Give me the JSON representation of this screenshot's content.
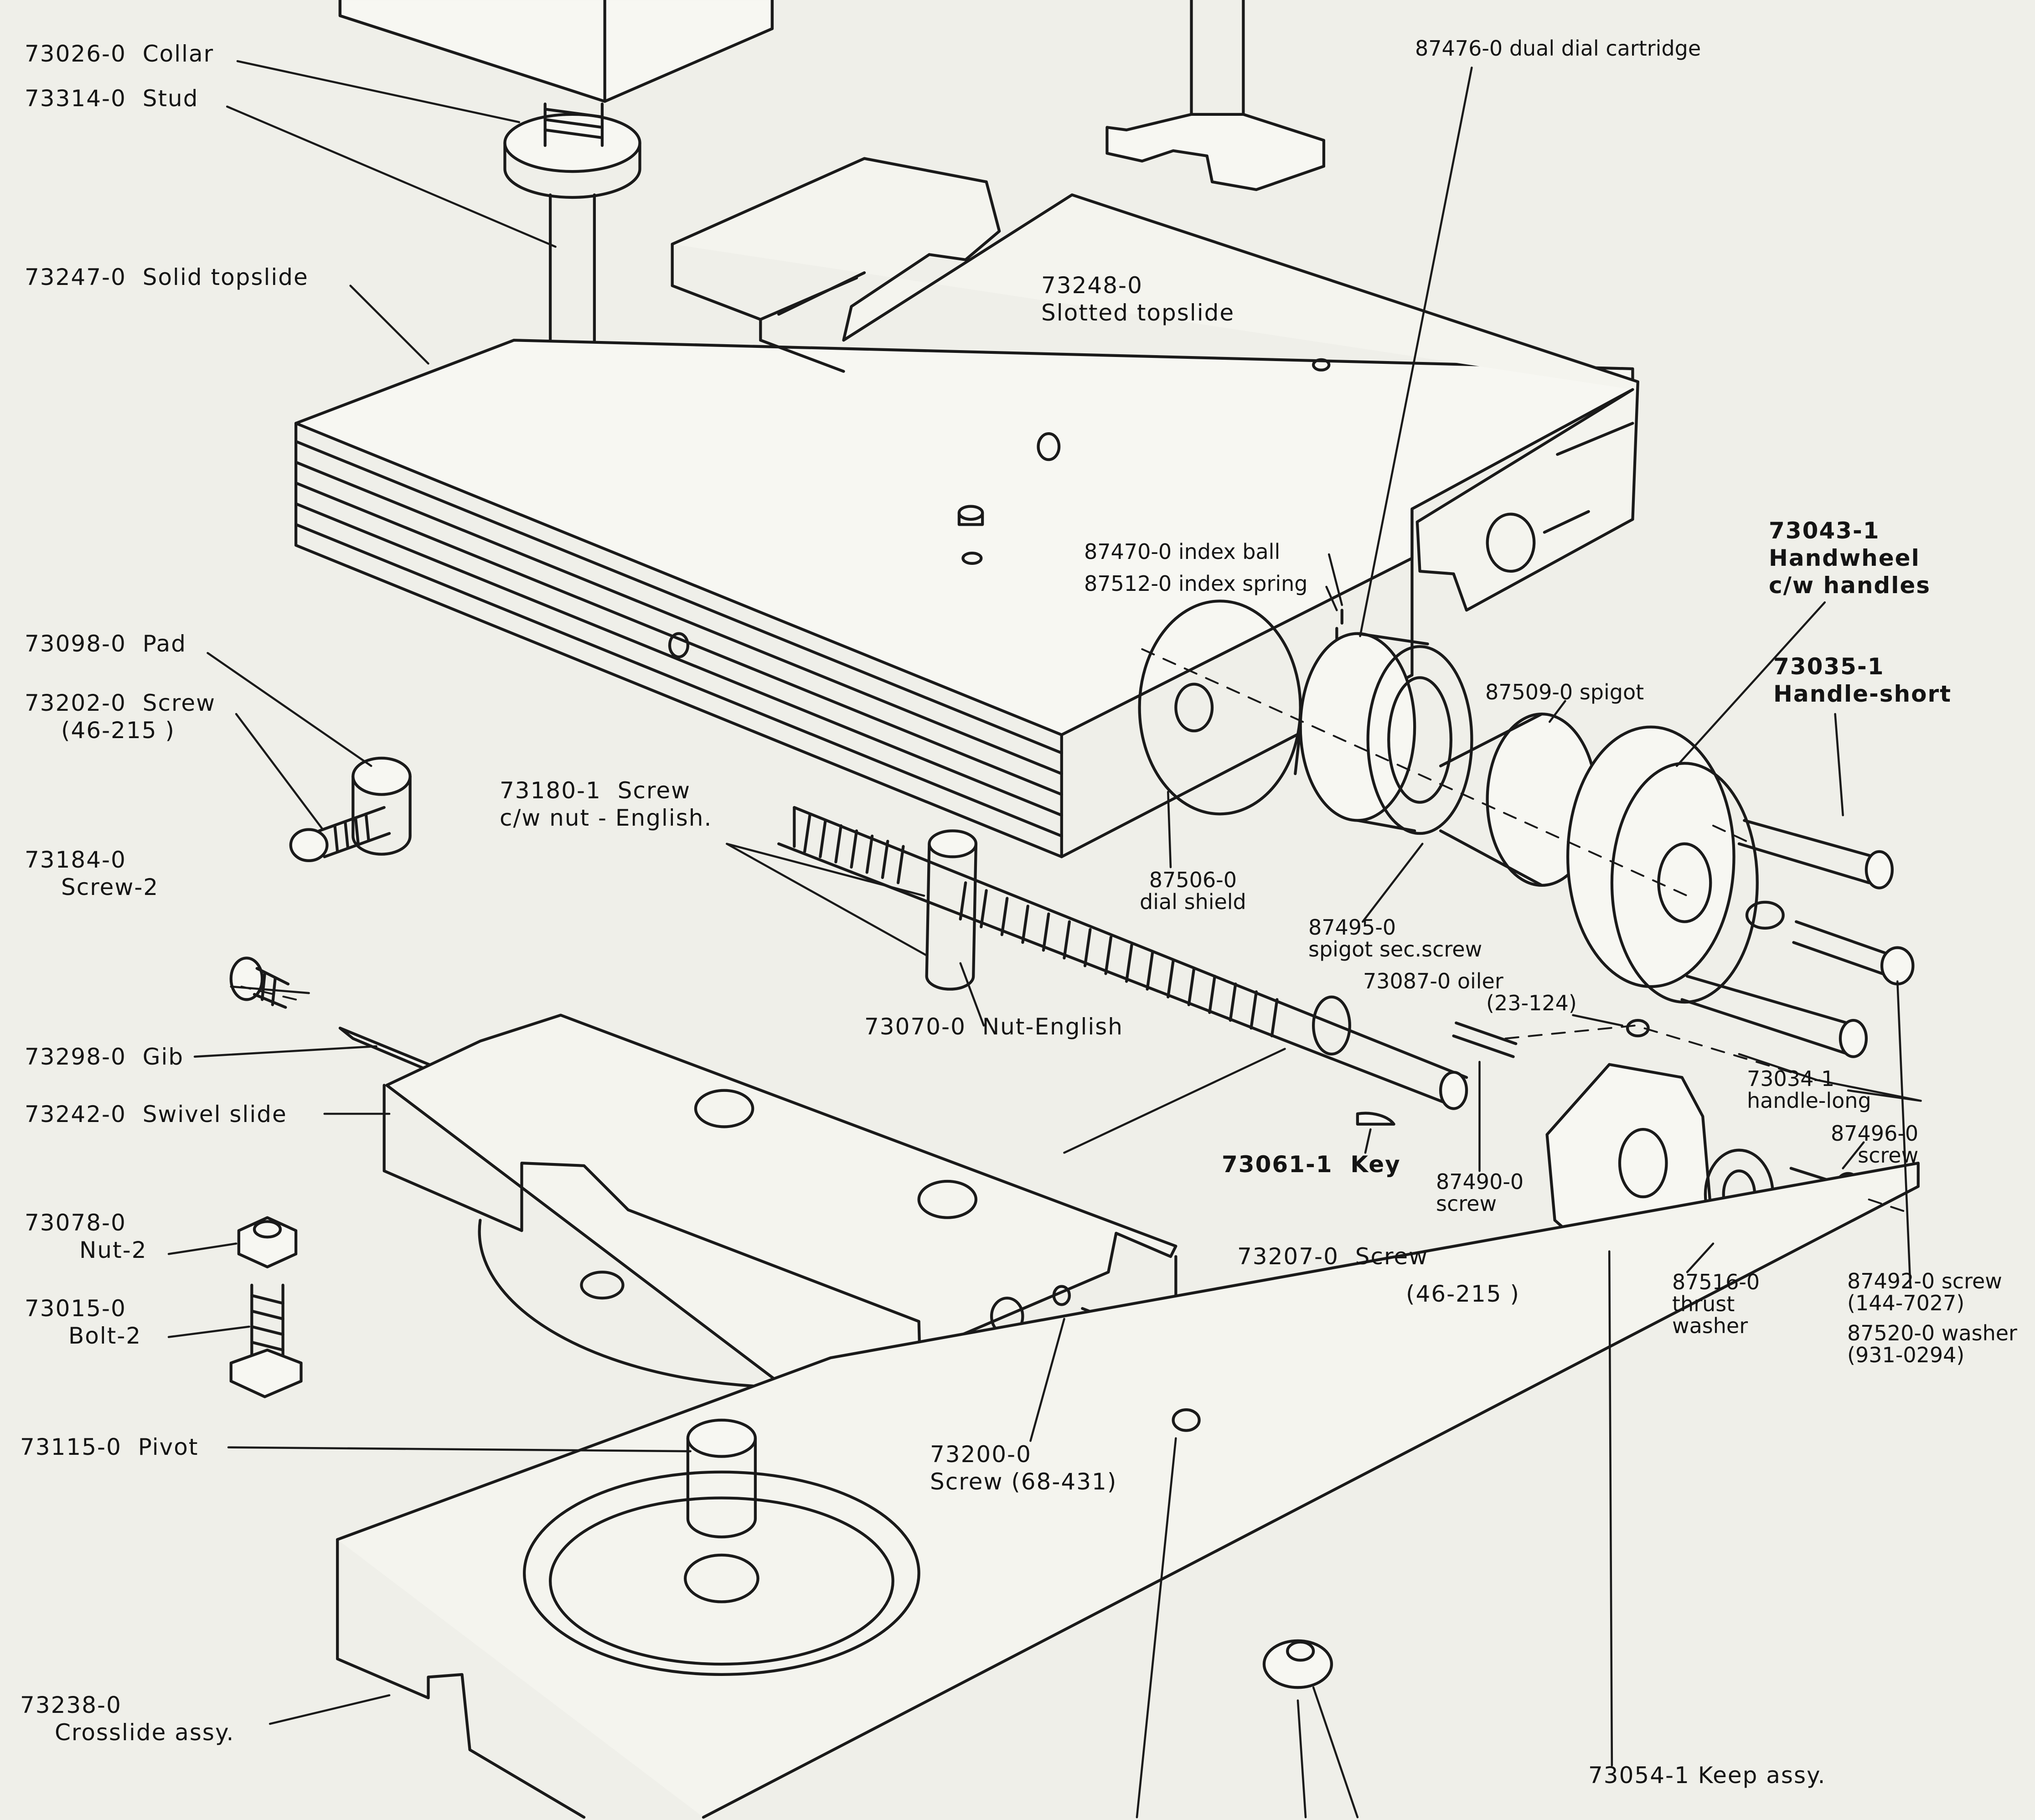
{
  "labels": {
    "collar": {
      "part": "73026-0",
      "name": "Collar"
    },
    "stud": {
      "part": "73314-0",
      "name": "Stud"
    },
    "solid_topslide": {
      "part": "73247-0",
      "name": "Solid topslide"
    },
    "slotted_topslide": {
      "part": "73248-0",
      "name": "Slotted topslide"
    },
    "dual_dial_cartridge": {
      "text": "87476-0 dual dial cartridge"
    },
    "index_ball": {
      "text": "87470-0 index ball"
    },
    "index_spring": {
      "text": "87512-0 index spring"
    },
    "handwheel": {
      "part": "73043-1",
      "line1": "Handwheel",
      "line2": "c/w handles"
    },
    "handle_short": {
      "part": "73035-1",
      "name": "Handle-short"
    },
    "spigot": {
      "text": "87509-0 spigot"
    },
    "pad": {
      "part": "73098-0",
      "name": "Pad"
    },
    "screw_73202": {
      "part": "73202-0",
      "name": "Screw",
      "ref": "(46-215 )"
    },
    "screw_73180": {
      "part": "73180-1",
      "name": "Screw",
      "line2": "c/w nut - English."
    },
    "screw_2": {
      "part": "73184-0",
      "name": "Screw-2"
    },
    "dial_shield": {
      "part": "87506-0",
      "name": "dial shield"
    },
    "spigot_sec_screw": {
      "part": "87495-0",
      "name": "spigot sec.screw"
    },
    "oiler": {
      "text": "73087-0 oiler",
      "ref": "(23-124)"
    },
    "nut_english": {
      "part": "73070-0",
      "name": "Nut-English"
    },
    "gib": {
      "part": "73298-0",
      "name": "Gib"
    },
    "swivel_slide": {
      "part": "73242-0",
      "name": "Swivel slide"
    },
    "handle_long": {
      "part": "73034-1",
      "name": "handle-long"
    },
    "screw_87496": {
      "part": "87496-0",
      "name": "screw"
    },
    "key": {
      "part": "73061-1",
      "name": "Key"
    },
    "screw_87490": {
      "part": "87490-0",
      "name": "screw"
    },
    "nut_2": {
      "part": "73078-0",
      "name": "Nut-2"
    },
    "bolt_2": {
      "part": "73015-0",
      "name": "Bolt-2"
    },
    "screw_73207": {
      "part": "73207-0",
      "name": "Screw",
      "ref": "(46-215 )"
    },
    "thrust_washer": {
      "part": "87516-0",
      "line1": "thrust",
      "line2": "washer"
    },
    "screw_87492": {
      "text": "87492-0 screw",
      "ref": "(144-7027)"
    },
    "washer_87520": {
      "text": "87520-0 washer",
      "ref": "(931-0294)"
    },
    "pivot": {
      "part": "73115-0",
      "name": "Pivot"
    },
    "screw_73200": {
      "part": "73200-0",
      "name": "Screw (68-431)"
    },
    "crossslide": {
      "part": "73238-0",
      "name": "Crosslide assy."
    },
    "keep": {
      "text": "73054-1 Keep assy."
    }
  }
}
